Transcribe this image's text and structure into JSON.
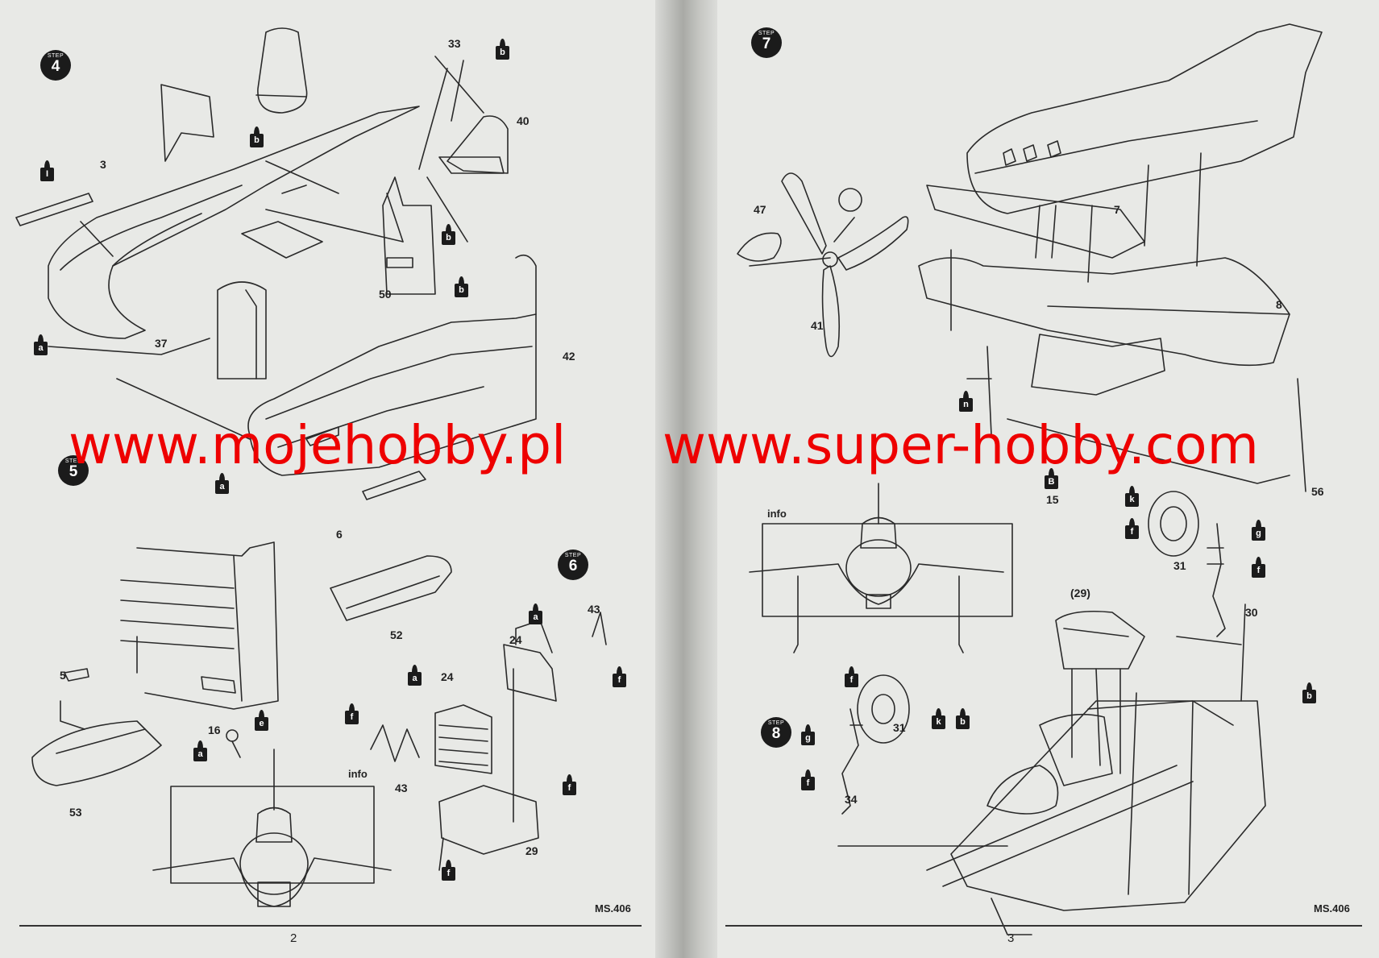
{
  "watermarks": [
    "www.mojehobby.pl",
    "www.super-hobby.com"
  ],
  "pages": {
    "left": {
      "number": "2",
      "model": "MS.406"
    },
    "right": {
      "number": "3",
      "model": "MS.406"
    }
  },
  "steps": {
    "s4": {
      "cap": "STEP",
      "num": "4"
    },
    "s5": {
      "cap": "STEP",
      "num": "5"
    },
    "s6": {
      "cap": "STEP",
      "num": "6"
    },
    "s7": {
      "cap": "STEP",
      "num": "7"
    },
    "s8": {
      "cap": "STEP",
      "num": "8"
    }
  },
  "part_numbers": {
    "p3": "3",
    "p33": "33",
    "p40": "40",
    "p50": "50",
    "p37": "37",
    "p42": "42",
    "p6": "6",
    "p52": "52",
    "p5": "5",
    "p16": "16",
    "p53": "53",
    "p24a": "24",
    "p24b": "24",
    "p43a": "43",
    "p43b": "43",
    "p29": "29",
    "p47": "47",
    "p41": "41",
    "p7": "7",
    "p8": "8",
    "p56": "56",
    "p15": "15",
    "p31a": "31",
    "p30": "30",
    "p29r": "(29)",
    "p31b": "31",
    "p34": "34"
  },
  "info_labels": {
    "left": "info",
    "right": "info"
  },
  "paint_tags": {
    "t1": "I",
    "t2": "b",
    "t3": "b",
    "t4": "b",
    "t5": "b",
    "t6": "a",
    "t7": "a",
    "t8": "e",
    "t9": "a",
    "t10": "a",
    "t11": "a",
    "t12": "f",
    "t13": "f",
    "t14": "f",
    "t15": "f",
    "t16": "n",
    "t17": "k",
    "t18": "f",
    "t19": "g",
    "t20": "f",
    "t21": "f",
    "t22": "k",
    "t23": "b",
    "t24": "b",
    "t25": "g",
    "t26": "f",
    "t27": "B"
  }
}
